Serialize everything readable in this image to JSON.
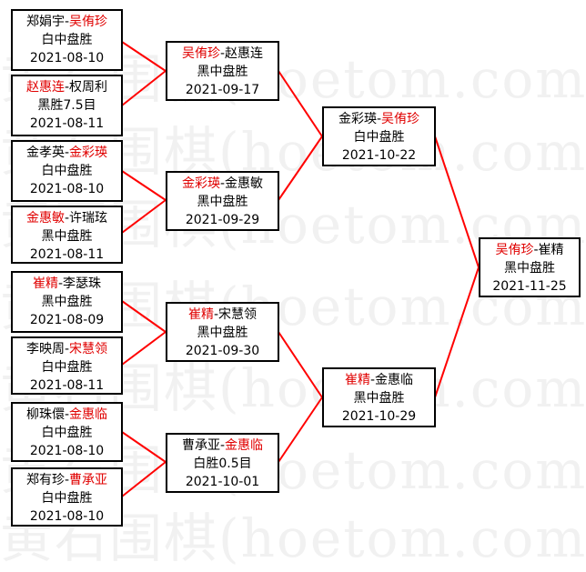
{
  "watermark": "黄石围棋(hoetom.com)",
  "matches": {
    "r1": [
      {
        "p1": "郑娟宇",
        "p2": "吴侑珍",
        "winner": "p2",
        "result": "白中盘胜",
        "date": "2021-08-10"
      },
      {
        "p1": "赵惠连",
        "p2": "权周利",
        "winner": "p1",
        "result": "黑胜7.5目",
        "date": "2021-08-11"
      },
      {
        "p1": "金孝英",
        "p2": "金彩瑛",
        "winner": "p2",
        "result": "白中盘胜",
        "date": "2021-08-10"
      },
      {
        "p1": "金惠敏",
        "p2": "许瑞玹",
        "winner": "p1",
        "result": "黑中盘胜",
        "date": "2021-08-11"
      },
      {
        "p1": "崔精",
        "p2": "李瑟珠",
        "winner": "p1",
        "result": "黑中盘胜",
        "date": "2021-08-09"
      },
      {
        "p1": "李映周",
        "p2": "宋慧领",
        "winner": "p2",
        "result": "白中盘胜",
        "date": "2021-08-11"
      },
      {
        "p1": "柳珠儇",
        "p2": "金惠临",
        "winner": "p2",
        "result": "白中盘胜",
        "date": "2021-08-10"
      },
      {
        "p1": "郑有珍",
        "p2": "曹承亚",
        "winner": "p2",
        "result": "白中盘胜",
        "date": "2021-08-10"
      }
    ],
    "r2": [
      {
        "p1": "吴侑珍",
        "p2": "赵惠连",
        "winner": "p1",
        "result": "黑中盘胜",
        "date": "2021-09-17"
      },
      {
        "p1": "金彩瑛",
        "p2": "金惠敏",
        "winner": "p1",
        "result": "黑中盘胜",
        "date": "2021-09-29"
      },
      {
        "p1": "崔精",
        "p2": "宋慧领",
        "winner": "p1",
        "result": "黑中盘胜",
        "date": "2021-09-30"
      },
      {
        "p1": "曹承亚",
        "p2": "金惠临",
        "winner": "p2",
        "result": "白胜0.5目",
        "date": "2021-10-01"
      }
    ],
    "r3": [
      {
        "p1": "金彩瑛",
        "p2": "吴侑珍",
        "winner": "p2",
        "result": "白中盘胜",
        "date": "2021-10-22"
      },
      {
        "p1": "崔精",
        "p2": "金惠临",
        "winner": "p1",
        "result": "黑中盘胜",
        "date": "2021-10-29"
      }
    ],
    "r4": [
      {
        "p1": "吴侑珍",
        "p2": "崔精",
        "winner": "p1",
        "result": "黑中盘胜",
        "date": "2021-11-25"
      }
    ]
  },
  "colors": {
    "winner": "#e00000",
    "connector": "#ff0000",
    "border": "#000000"
  }
}
